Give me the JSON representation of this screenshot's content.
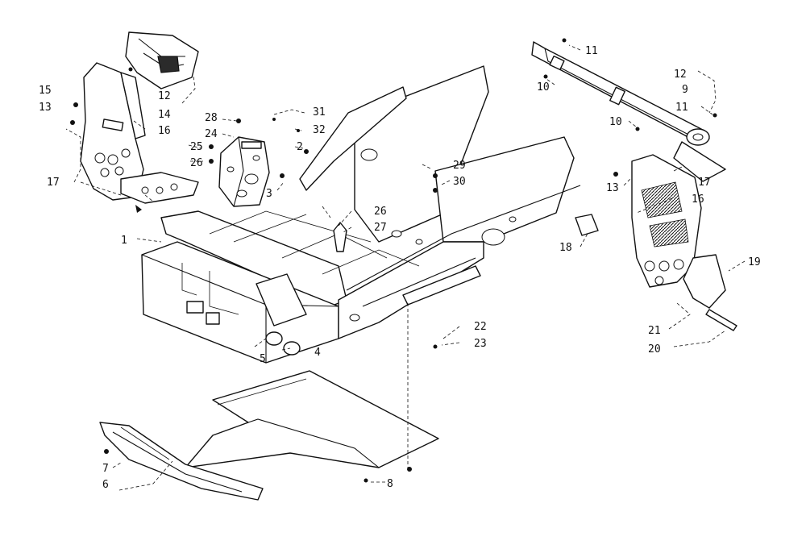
{
  "callouts": [
    {
      "id": "c1",
      "text": "1"
    },
    {
      "id": "c2",
      "text": "2"
    },
    {
      "id": "c3",
      "text": "3"
    },
    {
      "id": "c4",
      "text": "4"
    },
    {
      "id": "c5",
      "text": "5"
    },
    {
      "id": "c6",
      "text": "6"
    },
    {
      "id": "c7",
      "text": "7"
    },
    {
      "id": "c8",
      "text": "8"
    },
    {
      "id": "c9",
      "text": "9"
    },
    {
      "id": "c10a",
      "text": "10"
    },
    {
      "id": "c10b",
      "text": "10"
    },
    {
      "id": "c11a",
      "text": "11"
    },
    {
      "id": "c11b",
      "text": "11"
    },
    {
      "id": "c12a",
      "text": "12"
    },
    {
      "id": "c12b",
      "text": "12"
    },
    {
      "id": "c13a",
      "text": "13"
    },
    {
      "id": "c13b",
      "text": "13"
    },
    {
      "id": "c14",
      "text": "14"
    },
    {
      "id": "c15",
      "text": "15"
    },
    {
      "id": "c16a",
      "text": "16"
    },
    {
      "id": "c16b",
      "text": "16"
    },
    {
      "id": "c17a",
      "text": "17"
    },
    {
      "id": "c17b",
      "text": "17"
    },
    {
      "id": "c18",
      "text": "18"
    },
    {
      "id": "c19",
      "text": "19"
    },
    {
      "id": "c20",
      "text": "20"
    },
    {
      "id": "c21",
      "text": "21"
    },
    {
      "id": "c22",
      "text": "22"
    },
    {
      "id": "c23",
      "text": "23"
    },
    {
      "id": "c24",
      "text": "24"
    },
    {
      "id": "c25",
      "text": "25"
    },
    {
      "id": "c26a",
      "text": "26"
    },
    {
      "id": "c26b",
      "text": "26"
    },
    {
      "id": "c27",
      "text": "27"
    },
    {
      "id": "c28",
      "text": "28"
    },
    {
      "id": "c29",
      "text": "29"
    },
    {
      "id": "c30",
      "text": "30"
    },
    {
      "id": "c31",
      "text": "31"
    },
    {
      "id": "c32",
      "text": "32"
    }
  ]
}
